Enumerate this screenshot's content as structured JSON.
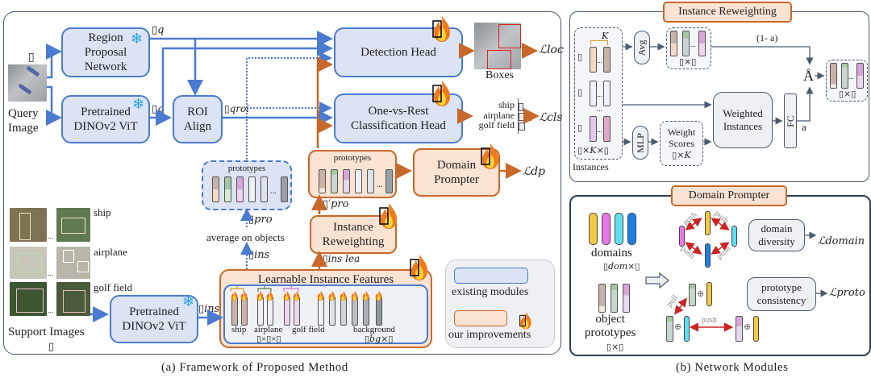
{
  "left_panel": {
    "caption": "(a) Framework of Proposed Method",
    "query_image_label": "Query\nImage",
    "query_symbol": "▯",
    "rpn_label": "Region\nProposal\nNetwork",
    "dino_query_label": "Pretrained\nDINOv2 ViT",
    "roi_label": "ROI\nAlign",
    "detection_head_label": "Detection Head",
    "cls_head_label": "One-vs-Rest\nClassification Head",
    "boxes_label": "Boxes",
    "loss_loc": "ℒloc",
    "loss_cls": "ℒcls",
    "loss_dp": "ℒdp",
    "cls_classes": [
      "ship",
      "airplane",
      "golf field"
    ],
    "feature_q_rpn": "▯q",
    "feature_q_dino": "▯q",
    "feature_q_roi": "▯qroi",
    "prototypes_label": "prototypes",
    "orange_prototypes_label": "prototypes",
    "feature_pro": "▯pro",
    "feature_pro_prime": "▯′pro",
    "average_label": "average on objects",
    "feature_ins": "▯ins",
    "feature_ins_lea": "▯ins lea",
    "domain_prompter_label": "Domain\nPrompter",
    "instance_reweighting_label": "Instance\nReweighting",
    "support_classes": [
      "ship",
      "airplane",
      "golf field"
    ],
    "support_images_label": "Support Images",
    "support_symbol": "▯",
    "dino_support_label": "Pretrained\nDINOv2 ViT",
    "dino_support_feature": "▯ins",
    "learnable_features_title": "Learnable Instance Features",
    "learnable_groups": [
      "ship",
      "airplane",
      "golf field",
      "background"
    ],
    "learnable_dims_obj": "▯×▯×▯",
    "learnable_dims_bg": "▯bg×▯",
    "legend": {
      "existing": "existing modules",
      "improvements": "our improvements"
    },
    "ellipsis": "..."
  },
  "right_panel": {
    "caption": "(b) Network Modules",
    "instance_reweighting": {
      "title": "Instance Reweighting",
      "k_label": "K",
      "avg_label": "Avg",
      "mlp_label": "MLP",
      "one_minus_alpha": "(1- a)",
      "alpha": "a",
      "sum_symbol": "Å",
      "weighted_instances": "Weighted\nInstances",
      "fc_label": "FC",
      "weight_scores": "Weight\nScores",
      "weight_scores_dims": "▯×K",
      "avg_dims": "▯×▯",
      "out_dims": "▯×▯",
      "instances_dims": "▯×K×▯",
      "instances_label": "Instances",
      "row_symbol": "▯"
    },
    "domain_prompter": {
      "title": "Domain Prompter",
      "domains_label": "domains",
      "domains_dims": "▯dom×▯",
      "object_prototypes_label": "object\nprototypes",
      "object_prototypes_dims": "▯×▯",
      "push_label": "push",
      "pull_label": "pull",
      "domain_diversity": "domain\ndiversity",
      "prototype_consistency": "prototype\nconsistency",
      "loss_domain": "ℒdomain",
      "loss_proto": "ℒproto"
    }
  },
  "colors": {
    "blue_module": "#dbe3f4",
    "blue_border": "#4a7bd0",
    "orange_module": "#fbe3d3",
    "orange_border": "#c8682a",
    "orange_arrow": "#c8682a",
    "blue_arrow": "#4a7bd0",
    "red_arrow": "#cc2222"
  }
}
